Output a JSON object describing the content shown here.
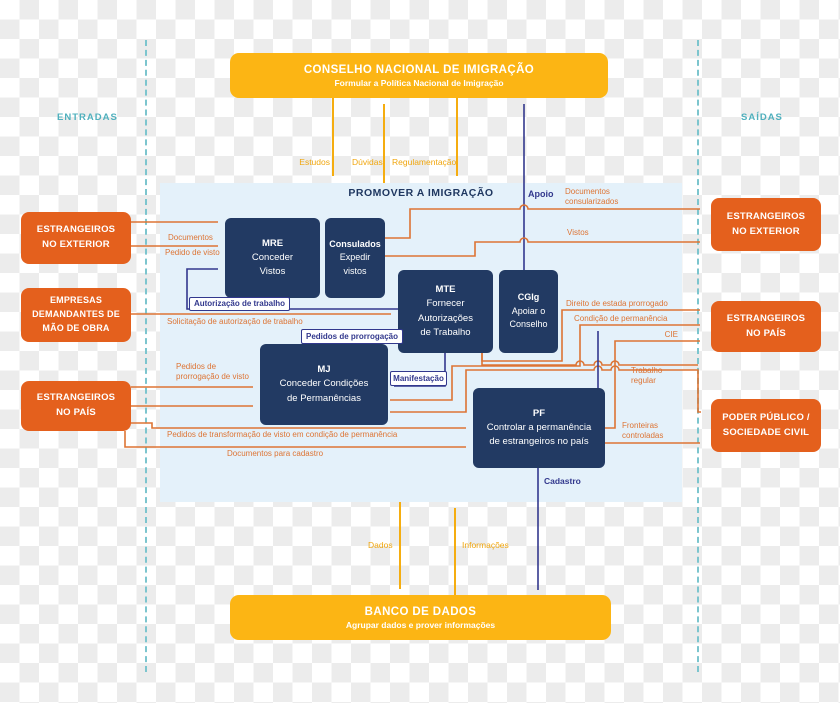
{
  "lanes": {
    "inputs": "ENTRADAS",
    "outputs": "SAÍDAS"
  },
  "process_area": {
    "title": "PROMOVER A IMIGRAÇÃO"
  },
  "council": {
    "title": "CONSELHO NACIONAL DE IMIGRAÇÃO",
    "subtitle": "Formular a Política Nacional de Imigração"
  },
  "database": {
    "title": "BANCO DE DADOS",
    "subtitle": "Agrupar dados e prover informações"
  },
  "inputs": {
    "estrangeiros_exterior": "ESTRANGEIROS\nNO EXTERIOR",
    "empresas": "EMPRESAS\nDEMANDANTES DE\nMÃO DE OBRA",
    "estrangeiros_pais": "ESTRANGEIROS\nNO PAÍS"
  },
  "outputs": {
    "estrangeiros_exterior": "ESTRANGEIROS\nNO EXTERIOR",
    "estrangeiros_pais": "ESTRANGEIROS\nNO PAÍS",
    "poder_publico": "PODER PÚBLICO /\nSOCIEDADE CIVIL"
  },
  "agencies": {
    "mre": {
      "name": "MRE",
      "role": "Conceder\nVistos"
    },
    "consulados": {
      "name": "Consulados",
      "role": "Expedir\nvistos"
    },
    "mte": {
      "name": "MTE",
      "role": "Fornecer\nAutorizações\nde Trabalho"
    },
    "cgig": {
      "name": "CGIg",
      "role": "Apoiar o\nConselho"
    },
    "mj": {
      "name": "MJ",
      "role": "Conceder Condições\nde Permanências"
    },
    "pf": {
      "name": "PF",
      "role": "Controlar a permanência\nde estrangeiros no país"
    }
  },
  "flows": {
    "estudos": "Estudos",
    "duvidas": "Dúvidas",
    "regulamentacao": "Regulamentação",
    "apoio": "Apoio",
    "documentos": "Documentos",
    "pedido_visto": "Pedido de visto",
    "autorizacao_trabalho": "Autorização de trabalho",
    "solicitacao_autorizacao": "Solicitação de autorização de trabalho",
    "pedidos_prorrogacao": "Pedidos de prorrogação",
    "manifestacao": "Manifestação",
    "pedidos_prorrogacao_visto": "Pedidos de\nprorrogação de visto",
    "transformacao": "Pedidos de transformação de visto em condição de permanência",
    "documentos_cadastro": "Documentos para cadastro",
    "documentos_consularizados": "Documentos\nconsularizados",
    "vistos": "Vistos",
    "direito_estada": "Direito de estada prorrogado",
    "condicao_permanencia": "Condição de permanência",
    "cie": "CIE",
    "trabalho_regular": "Trabalho\nregular",
    "fronteiras": "Fronteiras\ncontroladas",
    "cadastro": "Cadastro",
    "dados": "Dados",
    "informacoes": "Informações"
  },
  "colors": {
    "accent_orange": "#e4601d",
    "line_orange": "#dd7434",
    "accent_yellow": "#fcb514",
    "navy": "#223a63",
    "line_navy": "#33388e",
    "process_bg": "#e4f1fa",
    "lane_teal": "#4fb0bd"
  }
}
